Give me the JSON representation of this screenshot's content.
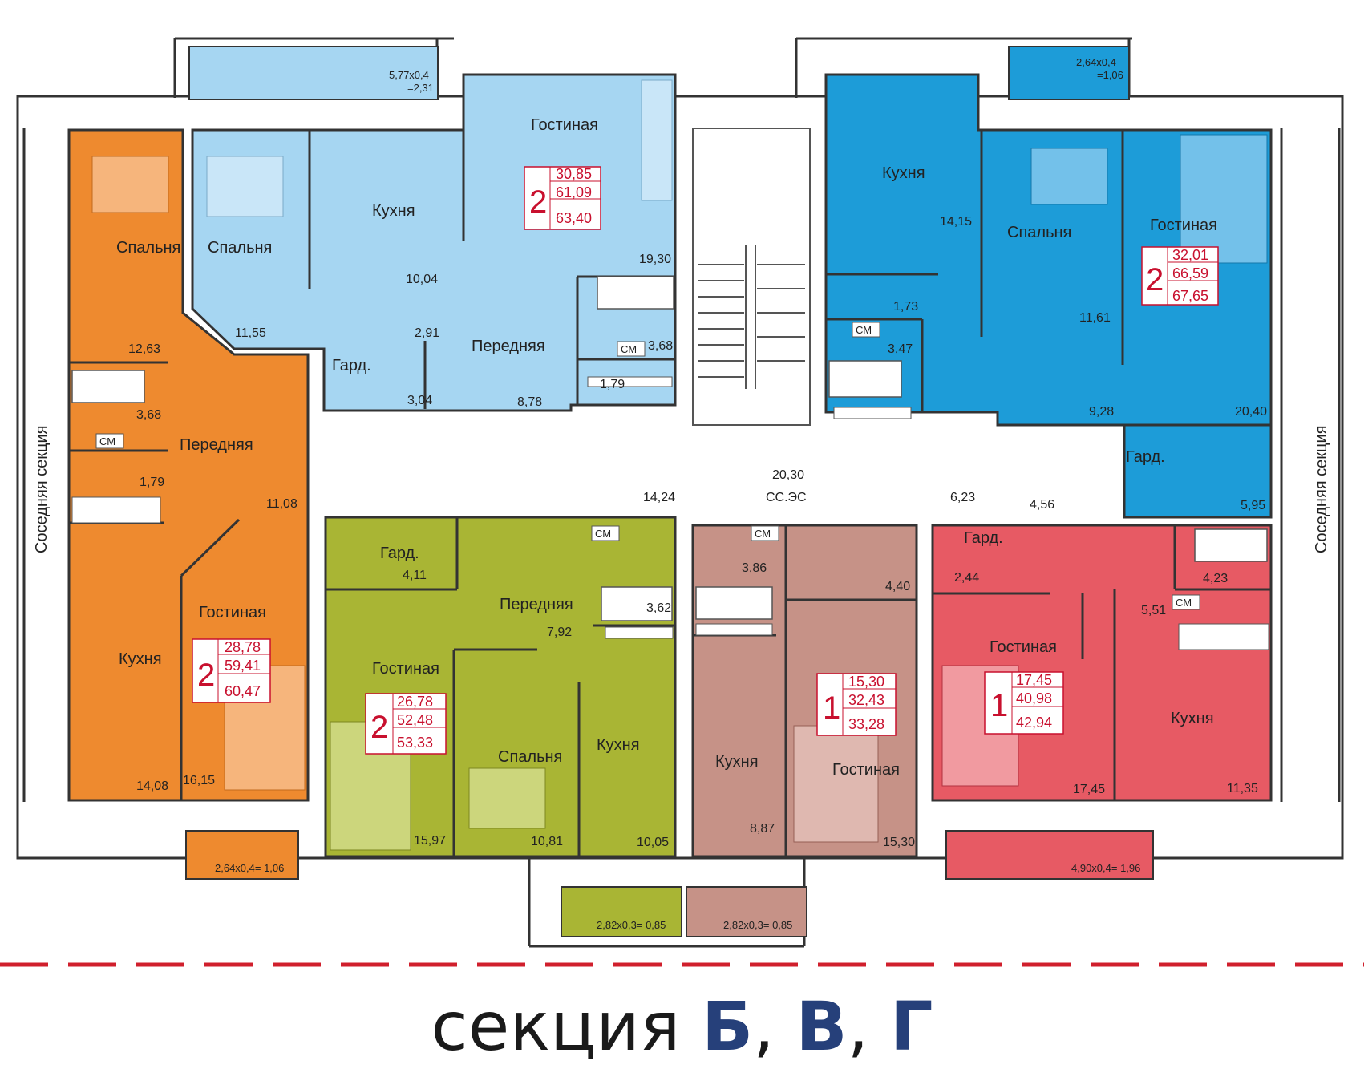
{
  "caption": {
    "word": "секция",
    "s1": "Б",
    "sep1": ",",
    "s2": "В",
    "sep2": ",",
    "s3": "Г"
  },
  "colors": {
    "light_blue": "#a6d6f2",
    "blue": "#1d9cd8",
    "orange": "#ee8a2f",
    "olive": "#a9b534",
    "mauve": "#c69287",
    "red": "#e75a64",
    "caption_dark": "#1a1a1a",
    "caption_blue": "#26407a",
    "dash": "#d01f2c"
  },
  "neighbor": "Соседняя секция",
  "corridor": {
    "a": "14,24",
    "b": "20,30",
    "c": "СС.ЭС",
    "d": "6,23",
    "e": "4,56"
  },
  "balconies": {
    "b1": "5,77x0,4",
    "b1v": "=2,31",
    "b2": "2,64x0,4",
    "b2v": "=1,06",
    "b3": "2,64x0,4= 1,06",
    "b4": "2,82x0,3= 0,85",
    "b5": "2,82x0,3= 0,85",
    "b6": "4,90x0,4= 1,96"
  },
  "apt_lb": {
    "rooms": "2",
    "a1": "30,85",
    "a2": "61,09",
    "a3": "63,40",
    "gost": "Гостиная",
    "gost_a": "19,30",
    "spal": "Спальня",
    "spal_a": "11,55",
    "kuh": "Кухня",
    "kuh_a": "10,04",
    "per": "Передняя",
    "per_a": "8,78",
    "gard": "Гард.",
    "gard_a": "3,04",
    "a291": "2,91",
    "bath_a": "3,68",
    "cm": "СМ",
    "wc_a": "1,79"
  },
  "apt_or": {
    "rooms": "2",
    "a1": "28,78",
    "a2": "59,41",
    "a3": "60,47",
    "spal": "Спальня",
    "spal_a": "12,63",
    "per": "Передняя",
    "per_a": "11,08",
    "bath_a": "3,68",
    "cm": "СМ",
    "wc_a": "1,79",
    "kuh": "Кухня",
    "kuh_a": "14,08",
    "gost": "Гостиная",
    "gost_a": "16,15"
  },
  "apt_bl": {
    "rooms": "2",
    "a1": "32,01",
    "a2": "66,59",
    "a3": "67,65",
    "kuh": "Кухня",
    "kuh_a": "14,15",
    "spal": "Спальня",
    "spal_a": "11,61",
    "gost": "Гостиная",
    "gost_a": "20,40",
    "wc_a": "1,73",
    "cm": "СМ",
    "bath_a": "3,47",
    "per_a": "9,28",
    "gard": "Гард.",
    "gard_a": "5,95"
  },
  "apt_ol": {
    "rooms": "2",
    "a1": "26,78",
    "a2": "52,48",
    "a3": "53,33",
    "gard": "Гард.",
    "gard_a": "4,11",
    "per": "Передняя",
    "per_a": "7,92",
    "cm": "СМ",
    "bath_a": "3,62",
    "gost": "Гостиная",
    "gost_a": "15,97",
    "spal": "Спальня",
    "spal_a": "10,81",
    "kuh": "Кухня",
    "kuh_a": "10,05"
  },
  "apt_mv": {
    "rooms": "1",
    "a1": "15,30",
    "a2": "32,43",
    "a3": "33,28",
    "cm": "СМ",
    "bath_a": "3,86",
    "per_a": "4,40",
    "kuh": "Кухня",
    "kuh_a": "8,87",
    "gost": "Гостиная",
    "gost_a": "15,30"
  },
  "apt_rd": {
    "rooms": "1",
    "a1": "17,45",
    "a2": "40,98",
    "a3": "42,94",
    "gard": "Гард.",
    "gard_a": "2,44",
    "bath_a": "4,23",
    "cm": "СМ",
    "per_a": "5,51",
    "gost": "Гостиная",
    "gost_a": "17,45",
    "kuh": "Кухня",
    "kuh_a": "11,35"
  }
}
